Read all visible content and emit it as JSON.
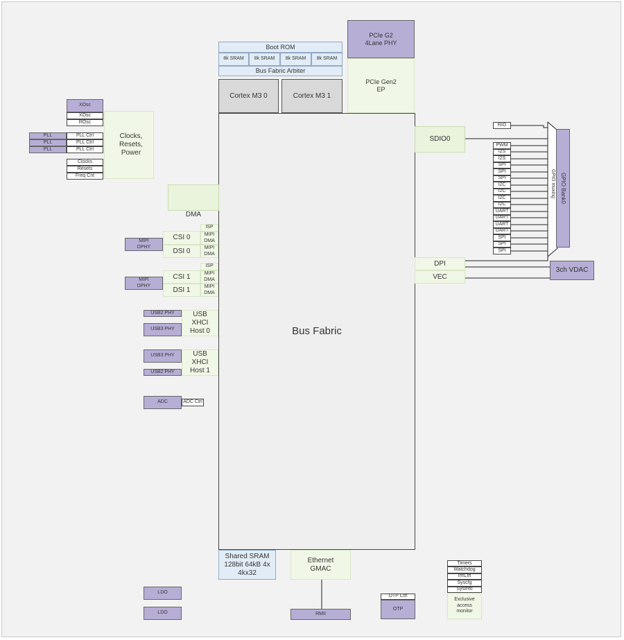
{
  "clocks": {
    "xosc_blue": "XOsc",
    "xosc": "XOsc",
    "rosc": "ROsc",
    "pll": [
      "PLL",
      "PLL",
      "PLL"
    ],
    "pll_ctrl": [
      "PLL Ctrl",
      "PLL Ctrl",
      "PLL Ctrl"
    ],
    "title": "Clocks, Resets, Power",
    "clocks": "Clocks",
    "resets": "Resets",
    "freq_cnt": "Freq Cnt"
  },
  "top": {
    "boot_rom": "Boot ROM",
    "sram": [
      "8k SRAM",
      "8k SRAM",
      "8k SRAM",
      "8k SRAM"
    ],
    "arbiter": "Bus Fabric Arbiter",
    "cortex0": "Cortex M3 0",
    "cortex1": "Cortex M3 1",
    "pcie_phy": "PCIe G2 4Lane PHY",
    "pcie_ep": "PCIe Gen2 EP"
  },
  "fabric": {
    "label": "Bus Fabric"
  },
  "left": {
    "dma": "DMA",
    "mipi_dphy": [
      "MIPI DPHY",
      "MIPI DPHY"
    ],
    "csi0": "CSI 0",
    "dsi0": "DSI 0",
    "csi1": "CSI 1",
    "dsi1": "DSI 1",
    "isp": [
      "ISP",
      "ISP"
    ],
    "mipi_dma": [
      "MIPI DMA",
      "MIPI DMA",
      "MIPI DMA",
      "MIPI DMA"
    ],
    "usb2_phy": [
      "USB2 PHY",
      "USB2 PHY"
    ],
    "usb3_phy": [
      "USB3 PHY",
      "USB3 PHY"
    ],
    "usb_host0": "USB XHCI Host 0",
    "usb_host1": "USB XHCI Host 1",
    "adc": "ADC",
    "adc_ctrl": "ADC Ctrl"
  },
  "right": {
    "sdio0": "SDIO0",
    "rio": "RIO",
    "gpio_list": [
      "PWM",
      "I2S",
      "I2S",
      "SPI",
      "SPI",
      "SPI",
      "I2C",
      "I2C",
      "I2C",
      "I2C",
      "UART",
      "UART",
      "UART",
      "UART",
      "SPI",
      "SPI",
      "SPI"
    ],
    "gpio_bank": "GPIO Bank0",
    "gpio_muxing": "GPIO muxing",
    "dpi": "DPI",
    "vec": "VEC",
    "vdac": "3ch VDAC"
  },
  "bottom": {
    "shared_sram": "Shared SRAM 128bit 64kB 4x 4kx32",
    "ethernet": "Ethernet GMAC",
    "rmii": "RMII",
    "ldo": [
      "LDO",
      "LDO"
    ],
    "otp_ctrl": "OTP Ctrl",
    "otp": "OTP",
    "sys": [
      "Timers",
      "Watchdog",
      "IntCtrl",
      "Syscfg",
      "SysInfo"
    ],
    "monitor": "Exclusive access monitor"
  }
}
